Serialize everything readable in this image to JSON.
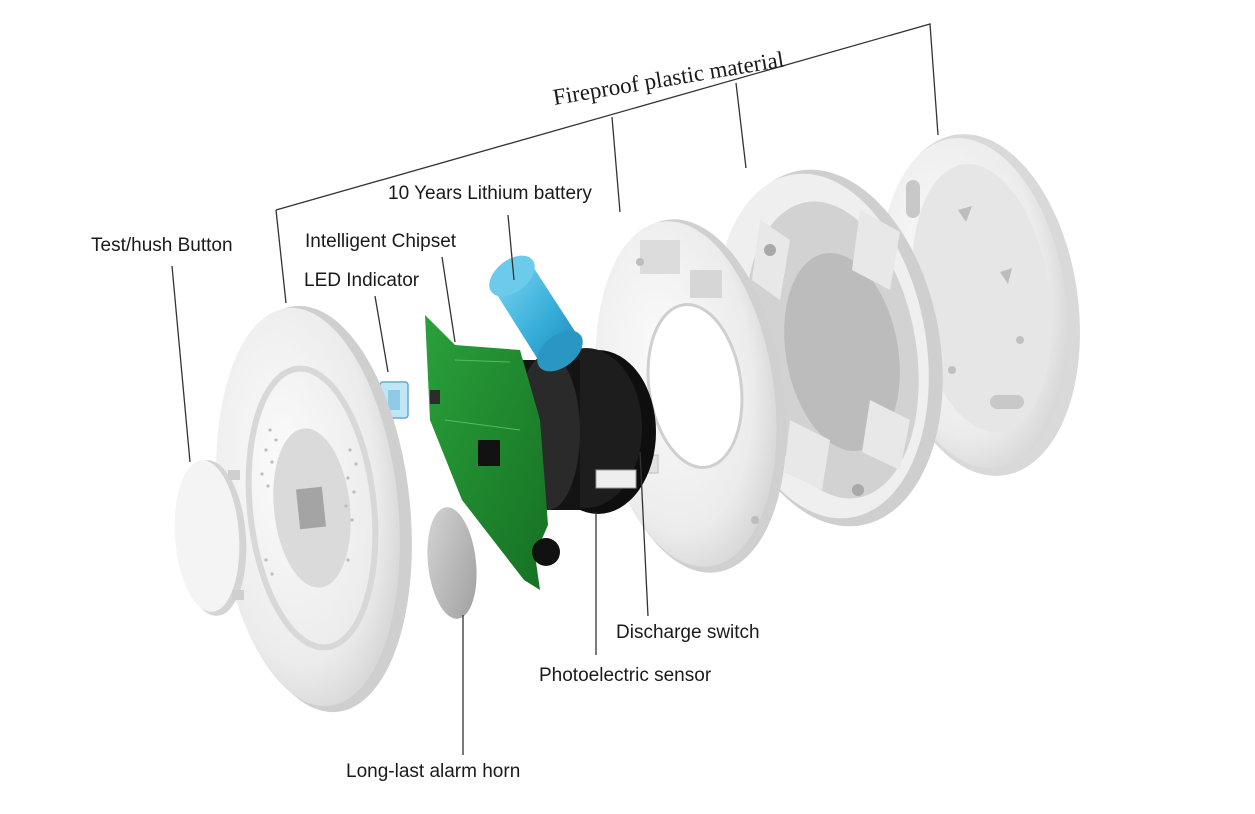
{
  "diagram": {
    "title": "Fireproof plastic material",
    "labels": {
      "test_hush_button": "Test/hush Button",
      "intelligent_chipset": "Intelligent Chipset",
      "led_indicator": "LED Indicator",
      "battery": "10 Years Lithium battery",
      "discharge_switch": "Discharge switch",
      "photoelectric_sensor": "Photoelectric sensor",
      "alarm_horn": "Long-last alarm horn"
    },
    "colors": {
      "casing": "#f1f1f1",
      "pcb": "#1f8a2e",
      "battery": "#3fb7e0",
      "sensor": "#151515",
      "horn": "#b9b9b9",
      "leader_line": "#333333"
    }
  }
}
